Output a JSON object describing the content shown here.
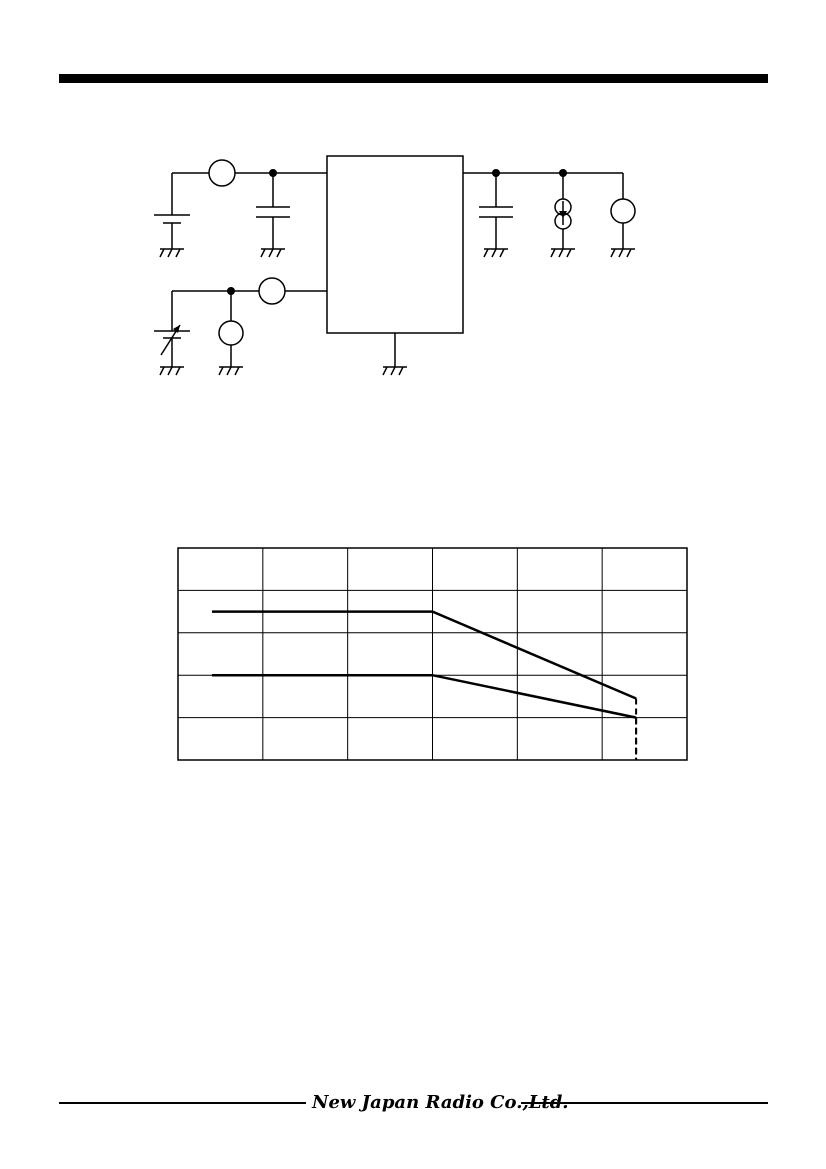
{
  "footer": {
    "company_logo": "New Japan Radio Co.,Ltd."
  },
  "chart_data": {
    "type": "line",
    "title": "",
    "xlabel": "",
    "ylabel": "",
    "grid": true,
    "x_divisions": 6,
    "y_divisions": 5,
    "xlim": [
      0,
      6
    ],
    "ylim": [
      0,
      5
    ],
    "series": [
      {
        "values": [
          [
            0.4,
            3.5
          ],
          [
            3.0,
            3.5
          ],
          [
            5.4,
            1.45
          ]
        ],
        "cutoff_x": 5.4,
        "cutoff_y": [
          1.45,
          0
        ]
      },
      {
        "values": [
          [
            0.4,
            2.0
          ],
          [
            3.0,
            2.0
          ],
          [
            5.4,
            1.0
          ]
        ],
        "cutoff_x": 5.4,
        "cutoff_y": [
          1.0,
          0
        ]
      }
    ]
  }
}
